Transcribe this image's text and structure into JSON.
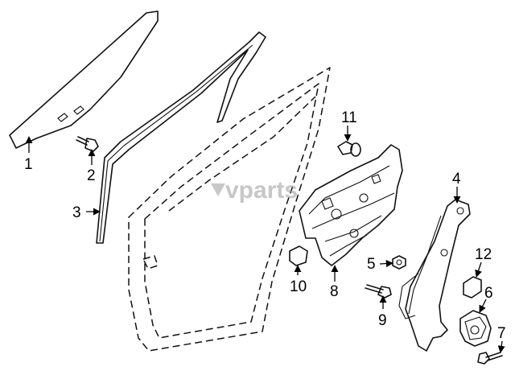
{
  "callouts": [
    "1",
    "2",
    "3",
    "4",
    "5",
    "6",
    "7",
    "8",
    "9",
    "10",
    "11",
    "12"
  ],
  "watermark": "vparts"
}
